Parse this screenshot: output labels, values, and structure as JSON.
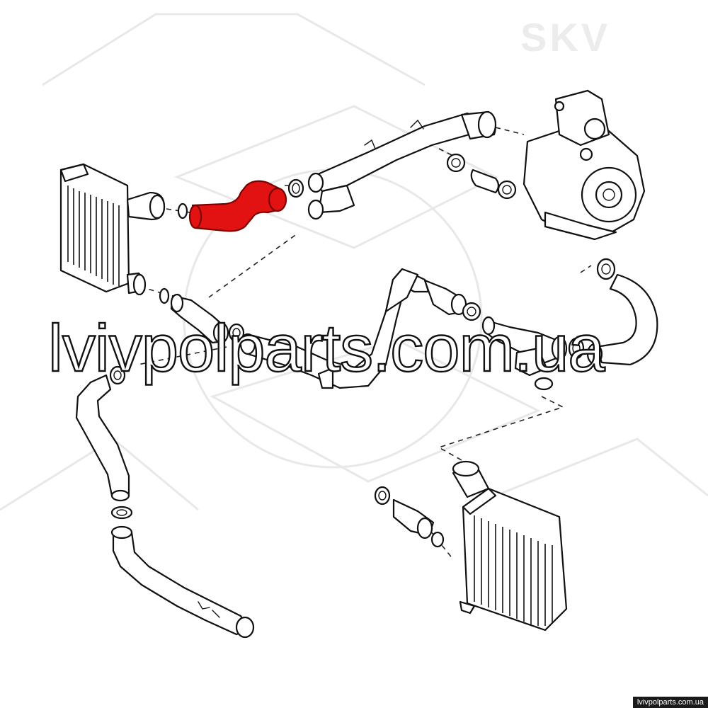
{
  "watermark": {
    "main": "lvivpolparts.com.ua",
    "brand": "SKV",
    "footer": "lvivpolparts.com.ua"
  },
  "colors": {
    "highlight": "#e31212",
    "outline": "#111111",
    "background": "#ffffff"
  },
  "highlighted_part": "charge-air-hose-upper-left"
}
